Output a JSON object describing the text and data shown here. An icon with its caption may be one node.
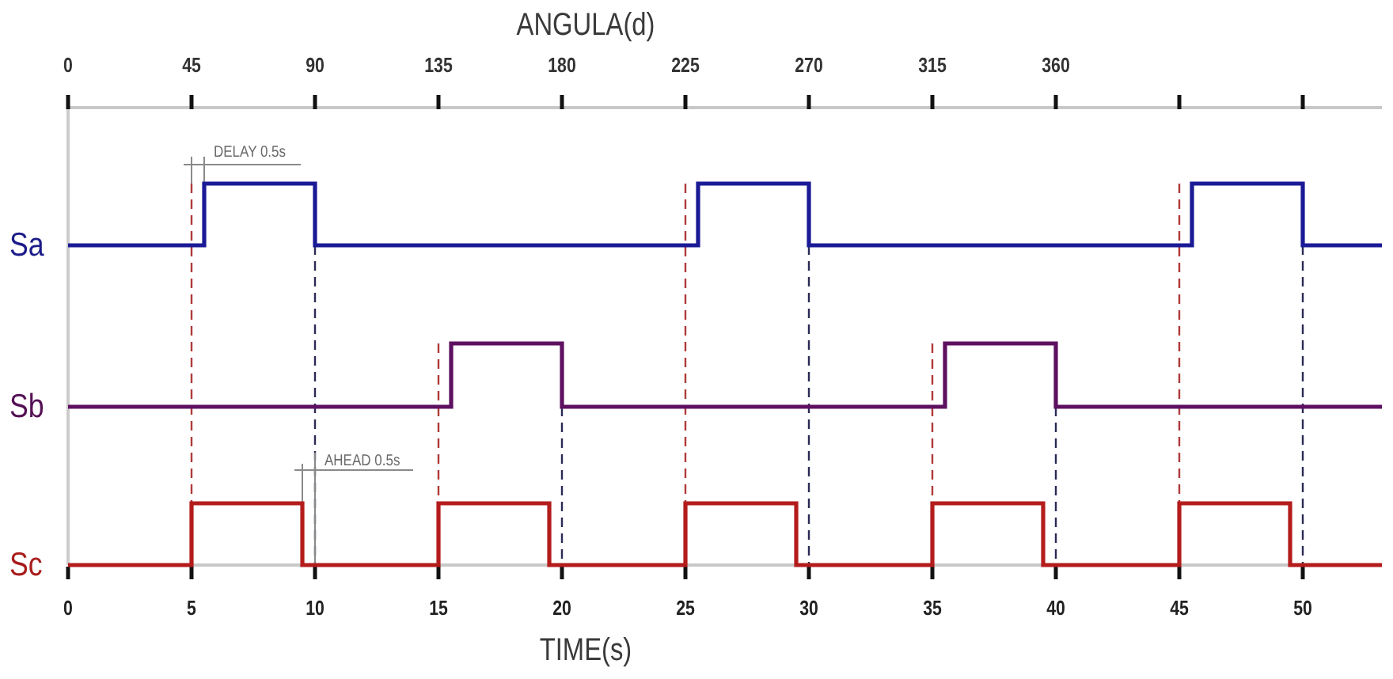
{
  "diagram": {
    "labels": [
      "ANGULA(d)",
      "0",
      "45",
      "90",
      "135",
      "180",
      "225",
      "270",
      "315",
      "360",
      "DELAY 0.5s",
      "Sa",
      "Sb",
      "AHEAD 0.5s",
      "Sc",
      "0",
      "5",
      "10",
      "15",
      "20",
      "25",
      "30",
      "35",
      "40",
      "45",
      "50",
      "TIME(s)"
    ]
  }
}
